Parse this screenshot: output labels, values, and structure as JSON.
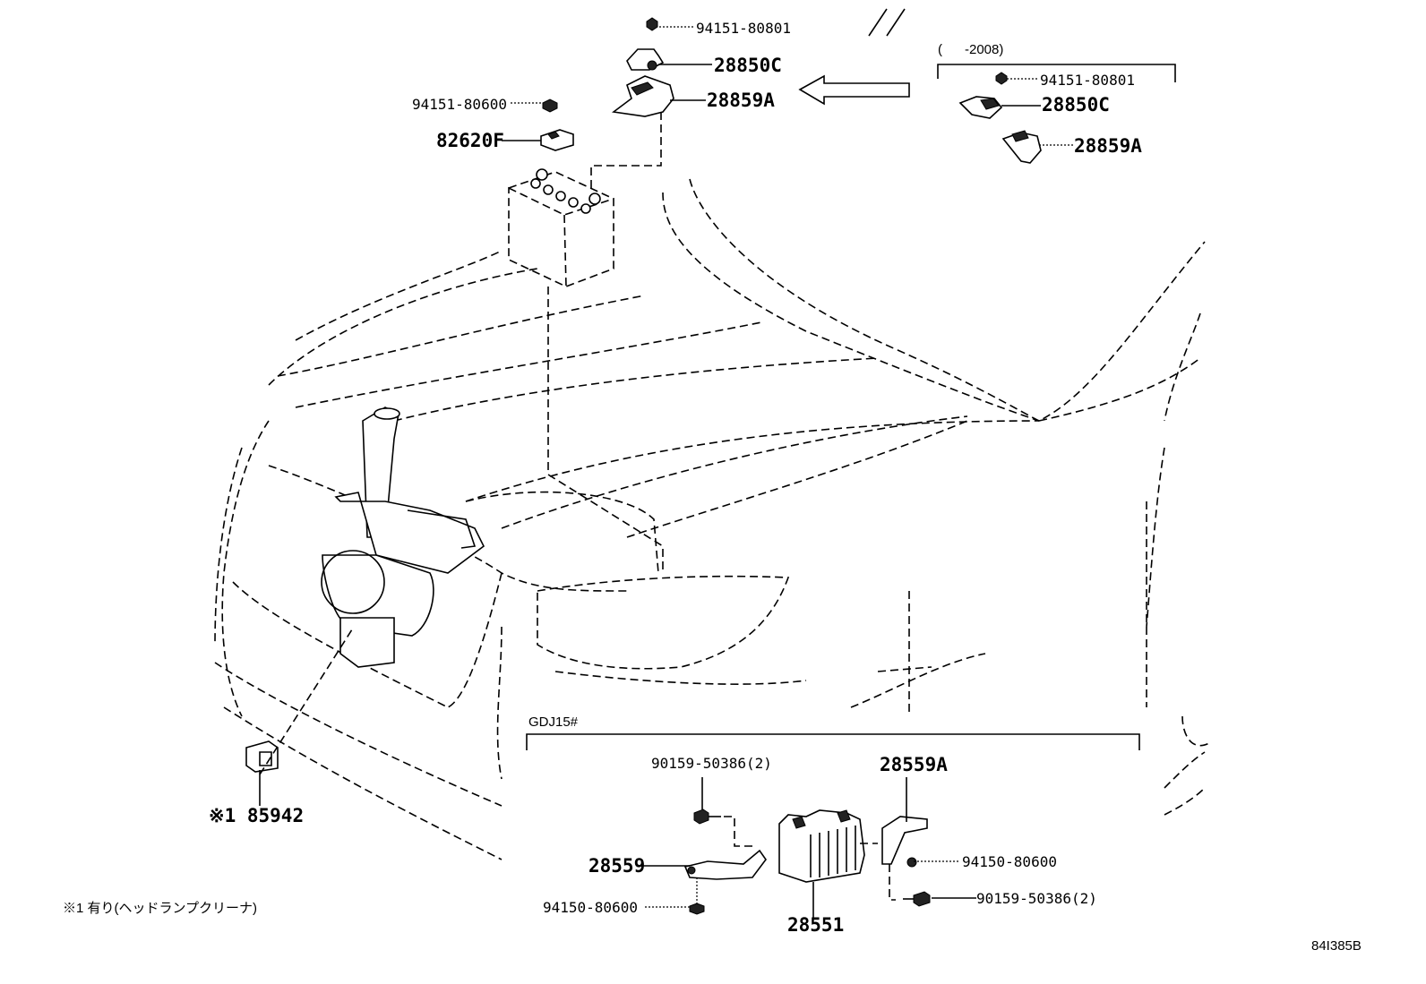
{
  "labels": {
    "nut_94151_80801_top": "94151-80801",
    "p28850c_top": "28850C",
    "p28859a_top": "28859A",
    "nut_94151_80600": "94151-80600",
    "p82620f": "82620F",
    "inset_range": "(      -2008)",
    "nut_94151_80801_inset": "94151-80801",
    "p28850c_inset": "28850C",
    "p28859a_inset": "28859A",
    "gdj_title": "GDJ15#",
    "bolt_90159_left": "90159-50386(2)",
    "p28559a": "28559A",
    "p28559": "28559",
    "nut_94150_left": "94150-80600",
    "p28551": "28551",
    "nut_94150_right": "94150-80600",
    "bolt_90159_right": "90159-50386(2)",
    "p85942": "※1 85942",
    "footnote": "※1 有り(ヘッドランプクリーナ)",
    "diagram_code": "84I385B"
  }
}
